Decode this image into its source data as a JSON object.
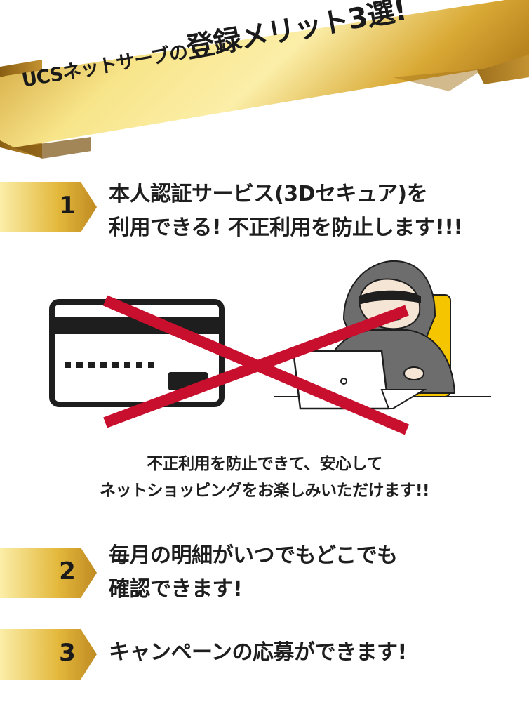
{
  "banner": {
    "sub": "UCSネットサーブの",
    "main": "登録メリット3選!"
  },
  "colors": {
    "gold_light": "#f8e58a",
    "gold_mid": "#e0b437",
    "gold_dark": "#9a6d17",
    "cross_red": "#c8102e",
    "chair_yellow": "#f5c500"
  },
  "merits": [
    {
      "number": "1",
      "lines": [
        "本人認証サービス(3Dセキュア)を",
        "利用できる! 不正利用を防止します!!!"
      ]
    },
    {
      "number": "2",
      "lines": [
        "毎月の明細がいつでもどこでも",
        "確認できます!"
      ]
    },
    {
      "number": "3",
      "lines": [
        "キャンペーンの応募ができます!"
      ]
    }
  ],
  "caption": {
    "lines": [
      "不正利用を防止できて、安心して",
      "ネットショッピングをお楽しみいただけます!!"
    ]
  }
}
